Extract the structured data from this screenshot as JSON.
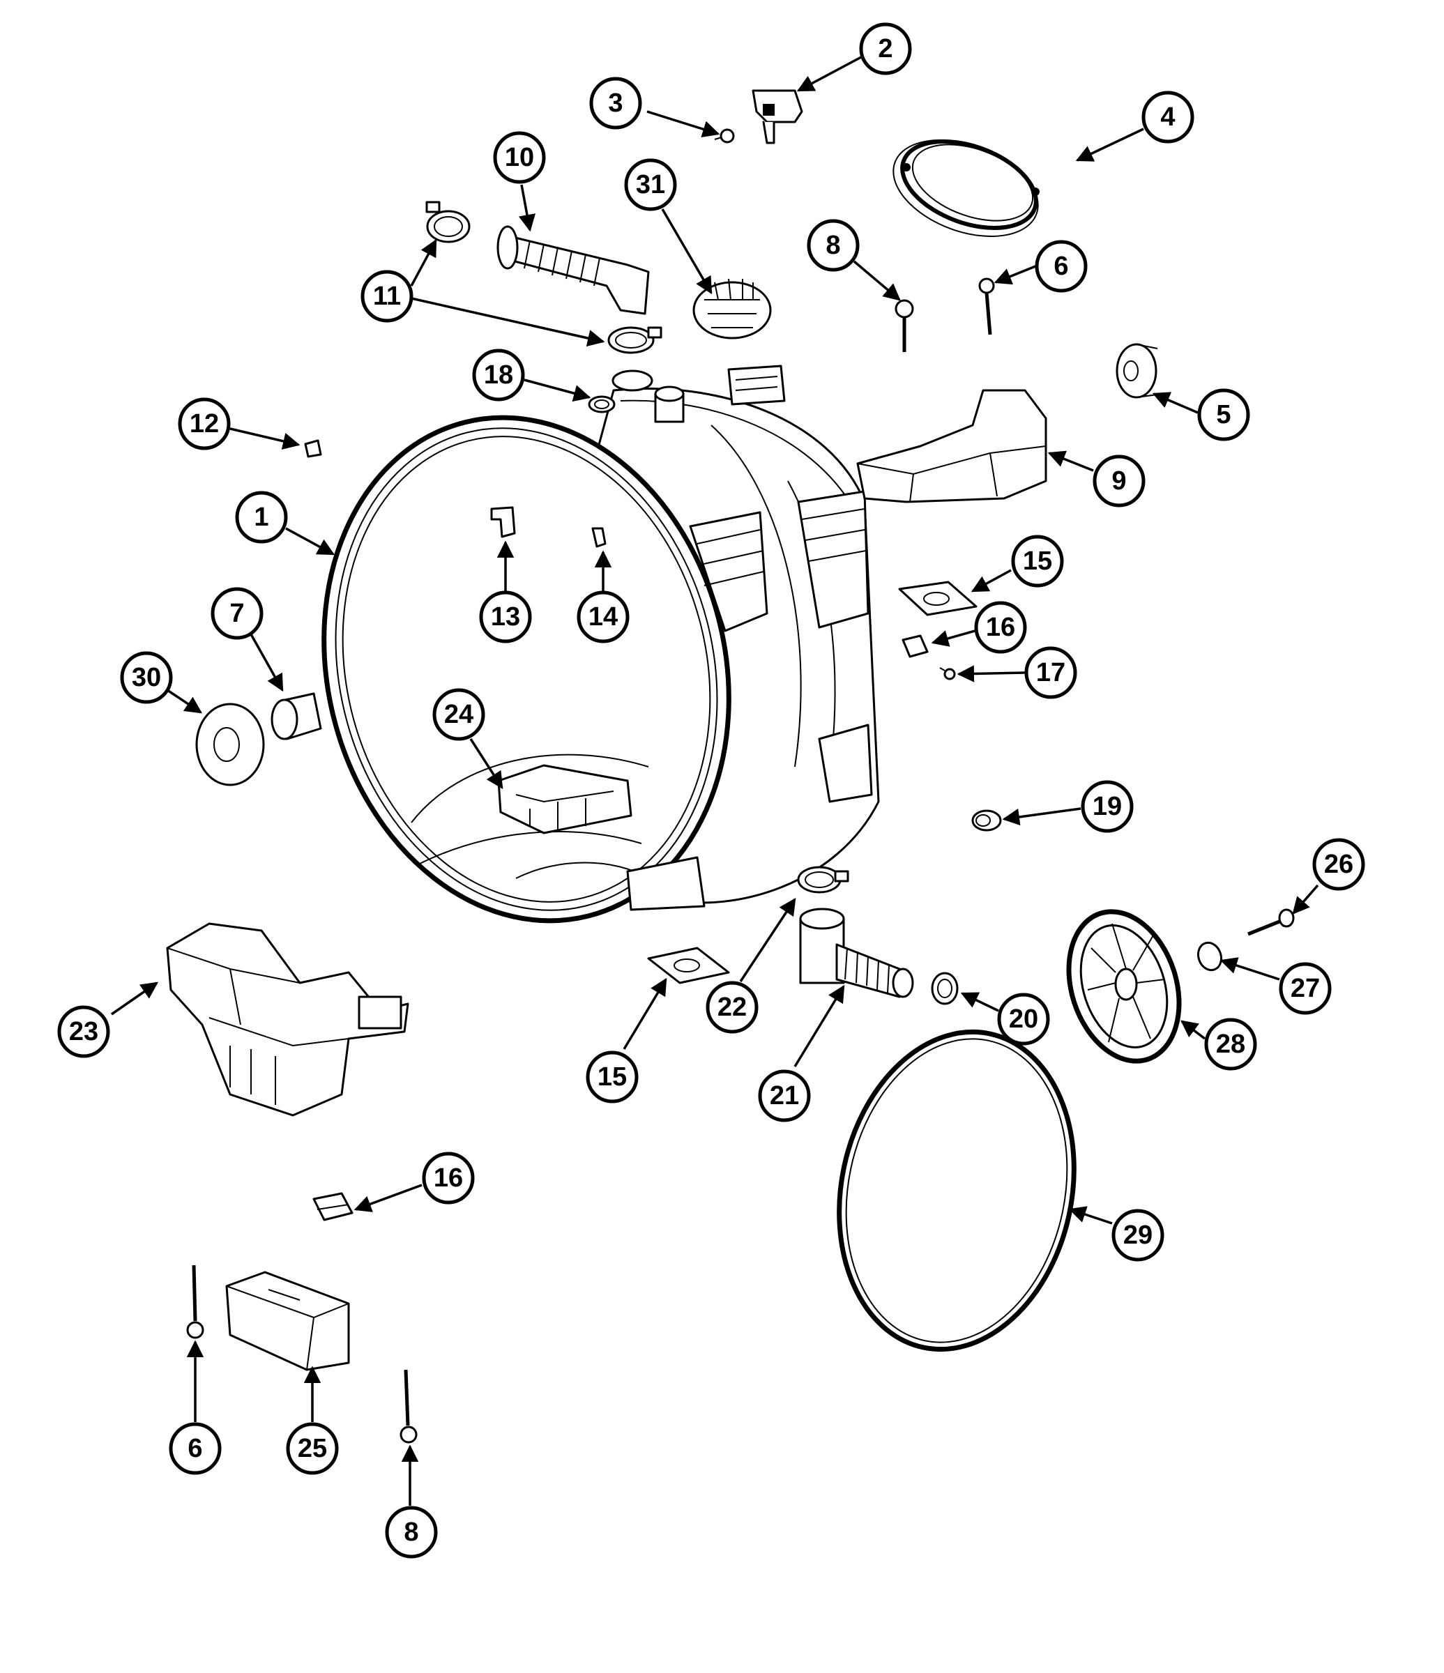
{
  "diagram": {
    "callouts": [
      {
        "id": "c2",
        "label": "2"
      },
      {
        "id": "c3",
        "label": "3"
      },
      {
        "id": "c4",
        "label": "4"
      },
      {
        "id": "c10",
        "label": "10"
      },
      {
        "id": "c31",
        "label": "31"
      },
      {
        "id": "c11",
        "label": "11"
      },
      {
        "id": "c8a",
        "label": "8"
      },
      {
        "id": "c6a",
        "label": "6"
      },
      {
        "id": "c5",
        "label": "5"
      },
      {
        "id": "c18",
        "label": "18"
      },
      {
        "id": "c12",
        "label": "12"
      },
      {
        "id": "c9",
        "label": "9"
      },
      {
        "id": "c1",
        "label": "1"
      },
      {
        "id": "c13",
        "label": "13"
      },
      {
        "id": "c14",
        "label": "14"
      },
      {
        "id": "c15a",
        "label": "15"
      },
      {
        "id": "c16a",
        "label": "16"
      },
      {
        "id": "c17",
        "label": "17"
      },
      {
        "id": "c7",
        "label": "7"
      },
      {
        "id": "c30",
        "label": "30"
      },
      {
        "id": "c24",
        "label": "24"
      },
      {
        "id": "c19",
        "label": "19"
      },
      {
        "id": "c26",
        "label": "26"
      },
      {
        "id": "c27",
        "label": "27"
      },
      {
        "id": "c22",
        "label": "22"
      },
      {
        "id": "c20",
        "label": "20"
      },
      {
        "id": "c28",
        "label": "28"
      },
      {
        "id": "c15b",
        "label": "15"
      },
      {
        "id": "c21",
        "label": "21"
      },
      {
        "id": "c23",
        "label": "23"
      },
      {
        "id": "c16b",
        "label": "16"
      },
      {
        "id": "c29",
        "label": "29"
      },
      {
        "id": "c6b",
        "label": "6"
      },
      {
        "id": "c25",
        "label": "25"
      },
      {
        "id": "c8b",
        "label": "8"
      }
    ]
  }
}
